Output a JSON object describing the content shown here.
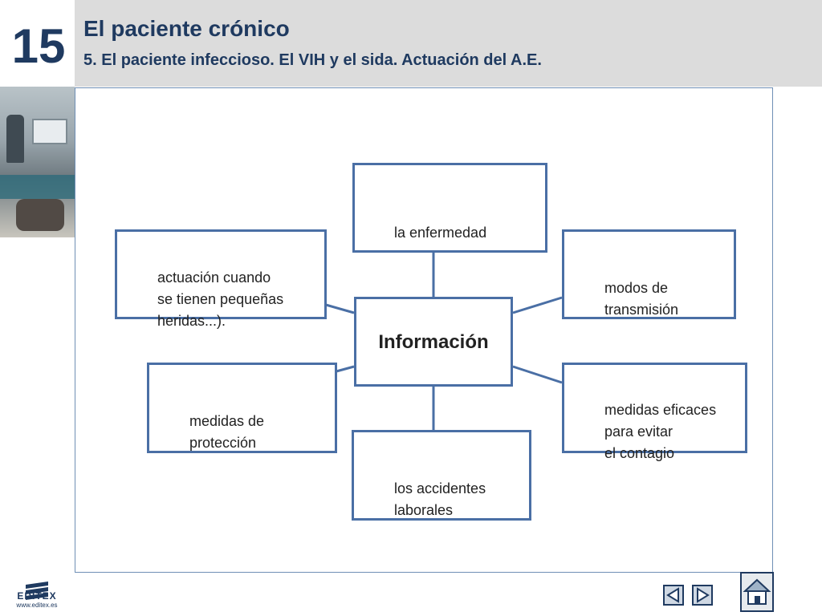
{
  "header": {
    "chapter_number": "15",
    "title": "El paciente crónico",
    "subtitle": "5. El paciente infeccioso. El VIH y el sida. Actuación del A.E."
  },
  "diagram": {
    "center": "Información",
    "nodes": {
      "top": "la enfermedad",
      "upper_left": "actuación cuando\nse tienen pequeñas\n heridas...).",
      "upper_right": "modos de\ntransmisión",
      "lower_left": "medidas de\nprotección",
      "lower_right": "medidas eficaces\npara evitar\nel contagio",
      "bottom": "los accidentes\nlaborales"
    }
  },
  "footer": {
    "logo_text": "EDITEX",
    "logo_url": "www.editex.es"
  },
  "colors": {
    "title": "#1f3a60",
    "header_band": "#dcdcdc",
    "box_border": "#4a6fa5"
  }
}
